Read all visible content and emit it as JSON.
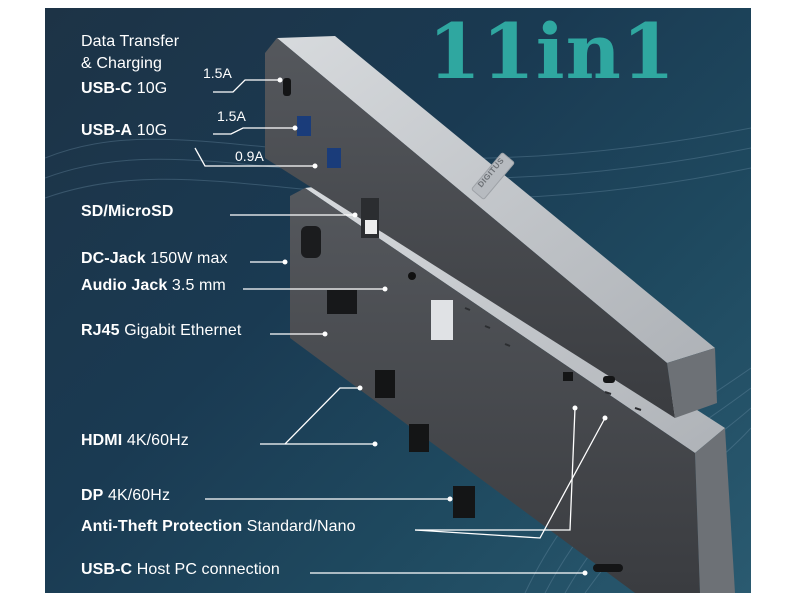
{
  "headline": "11in1",
  "brand": "DIGITUS",
  "labels": {
    "data_transfer_line1": "Data Transfer",
    "data_transfer_line2": "& Charging",
    "usbc_name": "USB-C",
    "usbc_spec": "10G",
    "usbc_current": "1.5A",
    "usba_name": "USB-A",
    "usba_spec": "10G",
    "usba_current_1": "1.5A",
    "usba_current_2": "0.9A",
    "sd_name": "SD/MicroSD",
    "dc_name": "DC-Jack",
    "dc_spec": "150W max",
    "audio_name": "Audio Jack",
    "audio_spec": "3.5 mm",
    "rj45_name": "RJ45",
    "rj45_spec": "Gigabit Ethernet",
    "hdmi_name": "HDMI",
    "hdmi_spec": "4K/60Hz",
    "dp_name": "DP",
    "dp_spec": "4K/60Hz",
    "antitheft_name": "Anti-Theft Protection",
    "antitheft_spec": "Standard/Nano",
    "host_name": "USB-C",
    "host_spec": "Host PC connection"
  },
  "colors": {
    "background": "#1d3346",
    "headline": "#2fa7a0",
    "device_top": "#c9ccd0",
    "device_side": "#4a4d52",
    "label_text": "#ffffff"
  }
}
